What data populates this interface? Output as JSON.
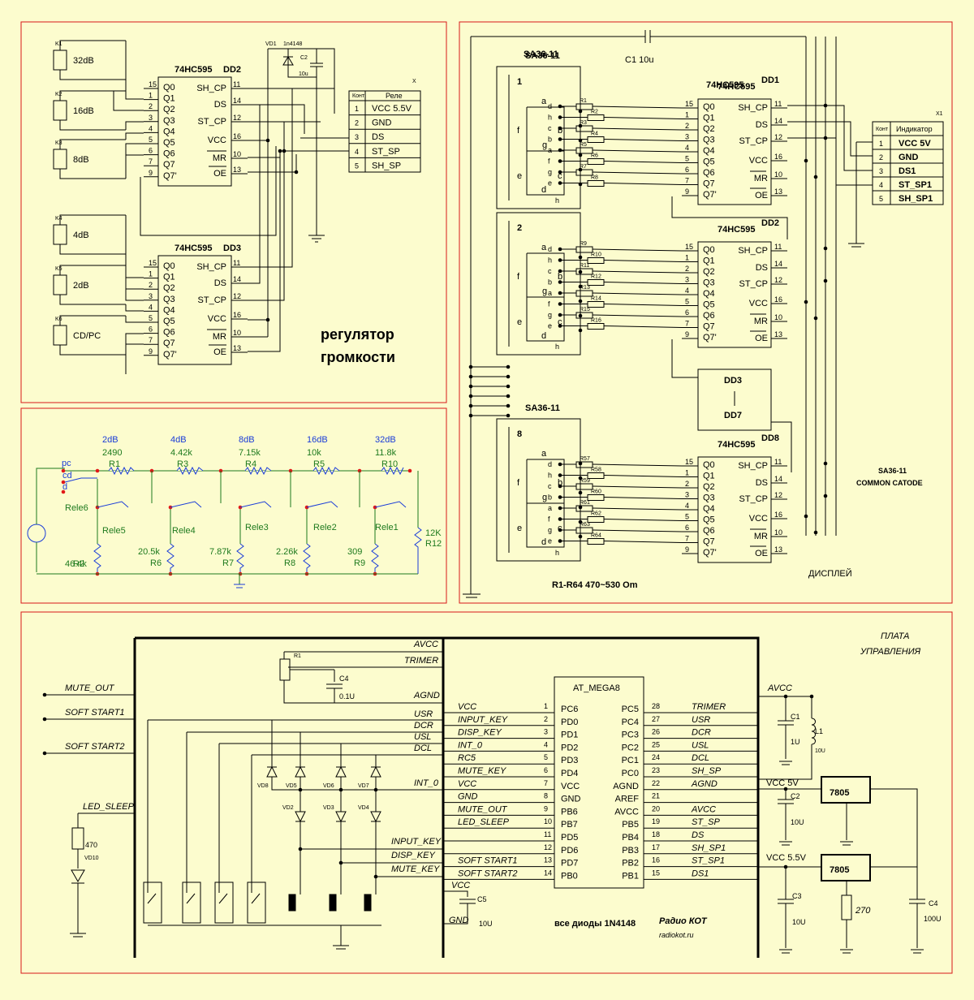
{
  "volume": {
    "caption_1": "регулятор",
    "caption_2": "громкости",
    "relays": [
      "32dB",
      "16dB",
      "8dB",
      "4dB",
      "2dB",
      "CD/PC"
    ],
    "relay_refs": [
      "K1",
      "K2",
      "K3",
      "K4",
      "K5",
      "K6"
    ],
    "diode": "VD1",
    "diode_type": "1n4148",
    "cap": "C2",
    "cap_val": "10u",
    "chip_type": "74HC595",
    "chip_refs": [
      "DD2",
      "DD3"
    ],
    "pins_left": [
      "Q0",
      "Q1",
      "Q2",
      "Q3",
      "Q4",
      "Q5",
      "Q6",
      "Q7",
      "Q7'"
    ],
    "pins_left_num": [
      "15",
      "1",
      "2",
      "3",
      "4",
      "5",
      "6",
      "7",
      "9"
    ],
    "pins_right": [
      "SH_CP",
      "DS",
      "ST_CP",
      "VCC",
      "MR",
      "OE"
    ],
    "pins_right_num": [
      "11",
      "14",
      "12",
      "16",
      "10",
      "13"
    ],
    "conn_header": [
      "Конт",
      "Реле"
    ],
    "conn_ref": "X",
    "conn_rows": [
      [
        "1",
        "VCC 5.5V"
      ],
      [
        "2",
        "GND"
      ],
      [
        "3",
        "DS"
      ],
      [
        "4",
        "ST_SP"
      ],
      [
        "5",
        "SH_SP"
      ]
    ]
  },
  "attenuator": {
    "db_labels": [
      "2dB",
      "4dB",
      "8dB",
      "16dB",
      "32dB"
    ],
    "series_vals": [
      "2490",
      "4.42k",
      "7.15k",
      "10k",
      "11.8k"
    ],
    "series_refs": [
      "R1",
      "R3",
      "R4",
      "R5",
      "R10"
    ],
    "relays": [
      "Rele6",
      "Rele5",
      "Rele4",
      "Rele3",
      "Rele2",
      "Rele1"
    ],
    "shunt_vals": [
      "46.4k",
      "20.5k",
      "7.87k",
      "2.26k",
      "309"
    ],
    "shunt_refs": [
      "R2",
      "R6",
      "R7",
      "R8",
      "R9"
    ],
    "r12": [
      "12K",
      "R12"
    ],
    "inputs": [
      "pc",
      "cd",
      "d"
    ]
  },
  "display": {
    "caption": "ДИСПЛЕЙ",
    "cap": "C1 10u",
    "indicator": "SA36-11",
    "indicator_note_1": "SA36-11",
    "indicator_note_2": "COMMON CATODE",
    "digit_nums": [
      "1",
      "2",
      "8"
    ],
    "segments": [
      "a",
      "b",
      "c",
      "d",
      "e",
      "f",
      "g",
      "h"
    ],
    "seg_order": [
      "d",
      "h",
      "c",
      "b",
      "a",
      "f",
      "g",
      "e"
    ],
    "chip_refs": [
      "DD1",
      "DD2",
      "DD8"
    ],
    "dd_mid_1": "DD3",
    "dd_mid_2": "DD7",
    "res_note": "R1-R64  470~530 Om",
    "r_refs_1": [
      "R1",
      "R2",
      "R3",
      "R4",
      "R5",
      "R6",
      "R7",
      "R8"
    ],
    "r_refs_2": [
      "R9",
      "R10",
      "R11",
      "R12",
      "R13",
      "R14",
      "R15",
      "R16"
    ],
    "r_refs_8": [
      "R57",
      "R58",
      "R59",
      "R60",
      "R61",
      "R62",
      "R63",
      "R64"
    ],
    "conn_ref": "X1",
    "conn_header": [
      "Конт",
      "Индикатор"
    ],
    "conn_rows": [
      [
        "1",
        "VCC 5V"
      ],
      [
        "2",
        "GND"
      ],
      [
        "3",
        "DS1"
      ],
      [
        "4",
        "ST_SP1"
      ],
      [
        "5",
        "SH_SP1"
      ]
    ]
  },
  "control": {
    "caption_1": "ПЛАТА",
    "caption_2": "УПРАВЛЕНИЯ",
    "left_signals": [
      "MUTE_OUT",
      "SOFT START1",
      "SOFT START2",
      "LED_SLEEP"
    ],
    "led_parts": [
      "470",
      "VD10"
    ],
    "bus_labels": [
      "AVCC",
      "TRIMER",
      "AGND",
      "USR",
      "DCR",
      "USL",
      "DCL",
      "INT_0",
      "INPUT_KEY",
      "DISP_KEY",
      "MUTE_KEY"
    ],
    "trim": [
      "R1",
      "C4",
      "0.1U"
    ],
    "diodes": [
      "VD8",
      "VD5",
      "VD6",
      "VD7",
      "VD2",
      "VD3",
      "VD4"
    ],
    "mcu": "AT_MEGA8",
    "mcu_left": [
      "PC6",
      "PD0",
      "PD1",
      "PD2",
      "PD3",
      "PD4",
      "VCC",
      "GND",
      "PB6",
      "PB7",
      "PD5",
      "PD6",
      "PD7",
      "PB0"
    ],
    "mcu_left_num": [
      "1",
      "2",
      "3",
      "4",
      "5",
      "6",
      "7",
      "8",
      "9",
      "10",
      "11",
      "12",
      "13",
      "14"
    ],
    "mcu_left_sig": [
      "VCC",
      "INPUT_KEY",
      "DISP_KEY",
      "INT_0",
      "RC5",
      "MUTE_KEY",
      "VCC",
      "GND",
      "MUTE_OUT",
      "LED_SLEEP",
      "",
      "",
      "SOFT START1",
      "SOFT START2"
    ],
    "mcu_right": [
      "PC5",
      "PC4",
      "PC3",
      "PC2",
      "PC1",
      "PC0",
      "AGND",
      "AREF",
      "AVCC",
      "PB5",
      "PB4",
      "PB3",
      "PB2",
      "PB1"
    ],
    "mcu_right_num": [
      "28",
      "27",
      "26",
      "25",
      "24",
      "23",
      "22",
      "21",
      "20",
      "19",
      "18",
      "17",
      "16",
      "15"
    ],
    "mcu_right_sig": [
      "TRIMER",
      "USR",
      "DCR",
      "USL",
      "DCL",
      "SH_SP",
      "AGND",
      "",
      "AVCC",
      "ST_SP",
      "DS",
      "SH_SP1",
      "ST_SP1",
      "DS1"
    ],
    "c5": [
      "VCC",
      "C5",
      "GND",
      "10U"
    ],
    "diodes_note": "все диоды 1N4148",
    "power": {
      "avcc": "AVCC",
      "c1": [
        "C1",
        "1U"
      ],
      "l1": [
        "L1",
        "10U"
      ],
      "vcc5": "VCC 5V",
      "c2": [
        "C2",
        "10U"
      ],
      "vcc55": "VCC 5.5V",
      "c3": [
        "C3",
        "10U"
      ],
      "reg": "7805",
      "r270": "270",
      "c4": [
        "C4",
        "100U"
      ]
    },
    "logo_1": "Радио КОТ",
    "logo_2": "radiokot.ru"
  }
}
